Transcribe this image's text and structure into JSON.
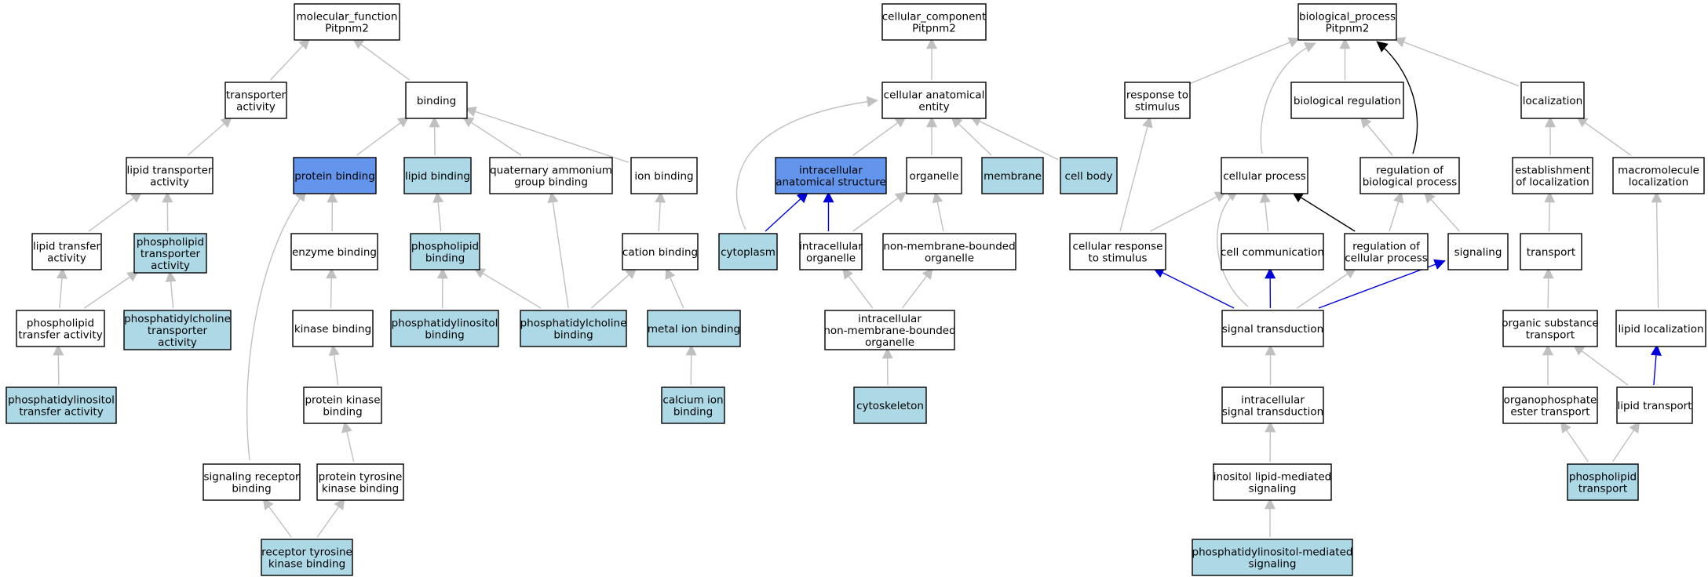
{
  "colors": {
    "plain": "#ffffff",
    "annotated": "#add8e6",
    "highlight": "#6495ed",
    "edge_default": "#c0c0c0",
    "edge_blue": "#0000dd",
    "edge_black": "#000000"
  },
  "nodes": [
    {
      "id": "mf",
      "lines": [
        "molecular_function",
        "Pitpnm2"
      ],
      "fill": "plain"
    },
    {
      "id": "transporter_activity",
      "lines": [
        "transporter",
        "activity"
      ],
      "fill": "plain"
    },
    {
      "id": "binding",
      "lines": [
        "binding"
      ],
      "fill": "plain"
    },
    {
      "id": "lipid_transporter_activity",
      "lines": [
        "lipid transporter",
        "activity"
      ],
      "fill": "plain"
    },
    {
      "id": "protein_binding",
      "lines": [
        "protein binding"
      ],
      "fill": "highlight"
    },
    {
      "id": "lipid_binding",
      "lines": [
        "lipid binding"
      ],
      "fill": "annotated"
    },
    {
      "id": "quaternary_ammonium",
      "lines": [
        "quaternary ammonium",
        "group binding"
      ],
      "fill": "plain"
    },
    {
      "id": "ion_binding",
      "lines": [
        "ion binding"
      ],
      "fill": "plain"
    },
    {
      "id": "lipid_transfer_activity",
      "lines": [
        "lipid transfer",
        "activity"
      ],
      "fill": "plain"
    },
    {
      "id": "phospholipid_transporter_activity",
      "lines": [
        "phospholipid",
        "transporter",
        "activity"
      ],
      "fill": "annotated"
    },
    {
      "id": "enzyme_binding",
      "lines": [
        "enzyme binding"
      ],
      "fill": "plain"
    },
    {
      "id": "phospholipid_binding",
      "lines": [
        "phospholipid",
        "binding"
      ],
      "fill": "annotated"
    },
    {
      "id": "cation_binding",
      "lines": [
        "cation binding"
      ],
      "fill": "plain"
    },
    {
      "id": "phospholipid_transfer_activity",
      "lines": [
        "phospholipid",
        "transfer activity"
      ],
      "fill": "plain"
    },
    {
      "id": "pc_transporter_activity",
      "lines": [
        "phosphatidylcholine",
        "transporter",
        "activity"
      ],
      "fill": "annotated"
    },
    {
      "id": "kinase_binding",
      "lines": [
        "kinase binding"
      ],
      "fill": "plain"
    },
    {
      "id": "pi_binding",
      "lines": [
        "phosphatidylinositol",
        "binding"
      ],
      "fill": "annotated"
    },
    {
      "id": "pc_binding",
      "lines": [
        "phosphatidylcholine",
        "binding"
      ],
      "fill": "annotated"
    },
    {
      "id": "metal_ion_binding",
      "lines": [
        "metal ion binding"
      ],
      "fill": "annotated"
    },
    {
      "id": "pi_transfer_activity",
      "lines": [
        "phosphatidylinositol",
        "transfer activity"
      ],
      "fill": "annotated"
    },
    {
      "id": "protein_kinase_binding",
      "lines": [
        "protein kinase",
        "binding"
      ],
      "fill": "plain"
    },
    {
      "id": "calcium_ion_binding",
      "lines": [
        "calcium ion",
        "binding"
      ],
      "fill": "annotated"
    },
    {
      "id": "signaling_receptor_binding",
      "lines": [
        "signaling receptor",
        "binding"
      ],
      "fill": "plain"
    },
    {
      "id": "protein_tyrosine_kinase_binding",
      "lines": [
        "protein tyrosine",
        "kinase binding"
      ],
      "fill": "plain"
    },
    {
      "id": "receptor_tyrosine_kinase_binding",
      "lines": [
        "receptor tyrosine",
        "kinase binding"
      ],
      "fill": "annotated"
    },
    {
      "id": "cc",
      "lines": [
        "cellular_component",
        "Pitpnm2"
      ],
      "fill": "plain"
    },
    {
      "id": "cellular_anatomical_entity",
      "lines": [
        "cellular anatomical",
        "entity"
      ],
      "fill": "plain"
    },
    {
      "id": "intracellular_anatomical_structure",
      "lines": [
        "intracellular",
        "anatomical structure"
      ],
      "fill": "highlight"
    },
    {
      "id": "organelle",
      "lines": [
        "organelle"
      ],
      "fill": "plain"
    },
    {
      "id": "membrane",
      "lines": [
        "membrane"
      ],
      "fill": "annotated"
    },
    {
      "id": "cell_body",
      "lines": [
        "cell body"
      ],
      "fill": "annotated"
    },
    {
      "id": "cytoplasm",
      "lines": [
        "cytoplasm"
      ],
      "fill": "annotated"
    },
    {
      "id": "intracellular_organelle",
      "lines": [
        "intracellular",
        "organelle"
      ],
      "fill": "plain"
    },
    {
      "id": "non_membrane_bounded_organelle",
      "lines": [
        "non-membrane-bounded",
        "organelle"
      ],
      "fill": "plain"
    },
    {
      "id": "intracellular_nmb_organelle",
      "lines": [
        "intracellular",
        "non-membrane-bounded",
        "organelle"
      ],
      "fill": "plain"
    },
    {
      "id": "cytoskeleton",
      "lines": [
        "cytoskeleton"
      ],
      "fill": "annotated"
    },
    {
      "id": "bp",
      "lines": [
        "biological_process",
        "Pitpnm2"
      ],
      "fill": "plain"
    },
    {
      "id": "response_to_stimulus",
      "lines": [
        "response to",
        "stimulus"
      ],
      "fill": "plain"
    },
    {
      "id": "biological_regulation",
      "lines": [
        "biological regulation"
      ],
      "fill": "plain"
    },
    {
      "id": "localization",
      "lines": [
        "localization"
      ],
      "fill": "plain"
    },
    {
      "id": "cellular_process",
      "lines": [
        "cellular process"
      ],
      "fill": "plain"
    },
    {
      "id": "regulation_of_biological_process",
      "lines": [
        "regulation of",
        "biological process"
      ],
      "fill": "plain"
    },
    {
      "id": "establishment_of_localization",
      "lines": [
        "establishment",
        "of localization"
      ],
      "fill": "plain"
    },
    {
      "id": "macromolecule_localization",
      "lines": [
        "macromolecule",
        "localization"
      ],
      "fill": "plain"
    },
    {
      "id": "cellular_response_to_stimulus",
      "lines": [
        "cellular response",
        "to stimulus"
      ],
      "fill": "plain"
    },
    {
      "id": "cell_communication",
      "lines": [
        "cell communication"
      ],
      "fill": "plain"
    },
    {
      "id": "regulation_of_cellular_process",
      "lines": [
        "regulation of",
        "cellular process"
      ],
      "fill": "plain"
    },
    {
      "id": "signaling",
      "lines": [
        "signaling"
      ],
      "fill": "plain"
    },
    {
      "id": "transport",
      "lines": [
        "transport"
      ],
      "fill": "plain"
    },
    {
      "id": "signal_transduction",
      "lines": [
        "signal transduction"
      ],
      "fill": "plain"
    },
    {
      "id": "organic_substance_transport",
      "lines": [
        "organic substance",
        "transport"
      ],
      "fill": "plain"
    },
    {
      "id": "lipid_localization",
      "lines": [
        "lipid localization"
      ],
      "fill": "plain"
    },
    {
      "id": "intracellular_signal_transduction",
      "lines": [
        "intracellular",
        "signal transduction"
      ],
      "fill": "plain"
    },
    {
      "id": "organophosphate_ester_transport",
      "lines": [
        "organophosphate",
        "ester transport"
      ],
      "fill": "plain"
    },
    {
      "id": "lipid_transport",
      "lines": [
        "lipid transport"
      ],
      "fill": "plain"
    },
    {
      "id": "inositol_lipid_mediated_signaling",
      "lines": [
        "inositol lipid-mediated",
        "signaling"
      ],
      "fill": "plain"
    },
    {
      "id": "phospholipid_transport",
      "lines": [
        "phospholipid",
        "transport"
      ],
      "fill": "annotated"
    },
    {
      "id": "pi_mediated_signaling",
      "lines": [
        "phosphatidylinositol-mediated",
        "signaling"
      ],
      "fill": "annotated"
    }
  ],
  "edges": [
    {
      "from": "transporter_activity",
      "to": "mf",
      "color": "edge_default"
    },
    {
      "from": "binding",
      "to": "mf",
      "color": "edge_default"
    },
    {
      "from": "lipid_transporter_activity",
      "to": "transporter_activity",
      "color": "edge_default"
    },
    {
      "from": "protein_binding",
      "to": "binding",
      "color": "edge_default"
    },
    {
      "from": "lipid_binding",
      "to": "binding",
      "color": "edge_default"
    },
    {
      "from": "quaternary_ammonium",
      "to": "binding",
      "color": "edge_default"
    },
    {
      "from": "ion_binding",
      "to": "binding",
      "color": "edge_default"
    },
    {
      "from": "lipid_transfer_activity",
      "to": "lipid_transporter_activity",
      "color": "edge_default"
    },
    {
      "from": "phospholipid_transporter_activity",
      "to": "lipid_transporter_activity",
      "color": "edge_default"
    },
    {
      "from": "enzyme_binding",
      "to": "protein_binding",
      "color": "edge_default"
    },
    {
      "from": "phospholipid_binding",
      "to": "lipid_binding",
      "color": "edge_default"
    },
    {
      "from": "cation_binding",
      "to": "ion_binding",
      "color": "edge_default"
    },
    {
      "from": "phospholipid_transfer_activity",
      "to": "lipid_transfer_activity",
      "color": "edge_default"
    },
    {
      "from": "phospholipid_transfer_activity",
      "to": "phospholipid_transporter_activity",
      "color": "edge_default"
    },
    {
      "from": "pc_transporter_activity",
      "to": "phospholipid_transporter_activity",
      "color": "edge_default"
    },
    {
      "from": "kinase_binding",
      "to": "enzyme_binding",
      "color": "edge_default"
    },
    {
      "from": "pi_binding",
      "to": "phospholipid_binding",
      "color": "edge_default"
    },
    {
      "from": "pc_binding",
      "to": "phospholipid_binding",
      "color": "edge_default"
    },
    {
      "from": "pc_binding",
      "to": "quaternary_ammonium",
      "color": "edge_default"
    },
    {
      "from": "pc_binding",
      "to": "cation_binding",
      "color": "edge_default"
    },
    {
      "from": "metal_ion_binding",
      "to": "cation_binding",
      "color": "edge_default"
    },
    {
      "from": "pi_transfer_activity",
      "to": "phospholipid_transfer_activity",
      "color": "edge_default"
    },
    {
      "from": "protein_kinase_binding",
      "to": "kinase_binding",
      "color": "edge_default"
    },
    {
      "from": "calcium_ion_binding",
      "to": "metal_ion_binding",
      "color": "edge_default"
    },
    {
      "from": "signaling_receptor_binding",
      "to": "protein_binding",
      "color": "edge_default"
    },
    {
      "from": "protein_tyrosine_kinase_binding",
      "to": "protein_kinase_binding",
      "color": "edge_default"
    },
    {
      "from": "receptor_tyrosine_kinase_binding",
      "to": "signaling_receptor_binding",
      "color": "edge_default"
    },
    {
      "from": "receptor_tyrosine_kinase_binding",
      "to": "protein_tyrosine_kinase_binding",
      "color": "edge_default"
    },
    {
      "from": "cellular_anatomical_entity",
      "to": "cc",
      "color": "edge_default"
    },
    {
      "from": "intracellular_anatomical_structure",
      "to": "cellular_anatomical_entity",
      "color": "edge_default"
    },
    {
      "from": "organelle",
      "to": "cellular_anatomical_entity",
      "color": "edge_default"
    },
    {
      "from": "membrane",
      "to": "cellular_anatomical_entity",
      "color": "edge_default"
    },
    {
      "from": "cell_body",
      "to": "cellular_anatomical_entity",
      "color": "edge_default"
    },
    {
      "from": "cytoplasm",
      "to": "cellular_anatomical_entity",
      "color": "edge_default"
    },
    {
      "from": "cytoplasm",
      "to": "intracellular_anatomical_structure",
      "color": "edge_blue"
    },
    {
      "from": "intracellular_organelle",
      "to": "intracellular_anatomical_structure",
      "color": "edge_blue"
    },
    {
      "from": "intracellular_organelle",
      "to": "organelle",
      "color": "edge_default"
    },
    {
      "from": "non_membrane_bounded_organelle",
      "to": "organelle",
      "color": "edge_default"
    },
    {
      "from": "intracellular_nmb_organelle",
      "to": "intracellular_organelle",
      "color": "edge_default"
    },
    {
      "from": "intracellular_nmb_organelle",
      "to": "non_membrane_bounded_organelle",
      "color": "edge_default"
    },
    {
      "from": "cytoskeleton",
      "to": "intracellular_nmb_organelle",
      "color": "edge_default"
    },
    {
      "from": "response_to_stimulus",
      "to": "bp",
      "color": "edge_default"
    },
    {
      "from": "biological_regulation",
      "to": "bp",
      "color": "edge_default"
    },
    {
      "from": "localization",
      "to": "bp",
      "color": "edge_default"
    },
    {
      "from": "cellular_process",
      "to": "bp",
      "color": "edge_default"
    },
    {
      "from": "regulation_of_biological_process",
      "to": "bp",
      "color": "edge_black"
    },
    {
      "from": "regulation_of_biological_process",
      "to": "biological_regulation",
      "color": "edge_default"
    },
    {
      "from": "establishment_of_localization",
      "to": "localization",
      "color": "edge_default"
    },
    {
      "from": "macromolecule_localization",
      "to": "localization",
      "color": "edge_default"
    },
    {
      "from": "cellular_response_to_stimulus",
      "to": "response_to_stimulus",
      "color": "edge_default"
    },
    {
      "from": "cellular_response_to_stimulus",
      "to": "cellular_process",
      "color": "edge_default"
    },
    {
      "from": "cell_communication",
      "to": "cellular_process",
      "color": "edge_default"
    },
    {
      "from": "regulation_of_cellular_process",
      "to": "cellular_process",
      "color": "edge_black"
    },
    {
      "from": "regulation_of_cellular_process",
      "to": "regulation_of_biological_process",
      "color": "edge_default"
    },
    {
      "from": "signaling",
      "to": "regulation_of_biological_process",
      "color": "edge_default"
    },
    {
      "from": "transport",
      "to": "establishment_of_localization",
      "color": "edge_default"
    },
    {
      "from": "signal_transduction",
      "to": "cellular_response_to_stimulus",
      "color": "edge_blue"
    },
    {
      "from": "signal_transduction",
      "to": "cell_communication",
      "color": "edge_blue"
    },
    {
      "from": "signal_transduction",
      "to": "signaling",
      "color": "edge_blue"
    },
    {
      "from": "signal_transduction",
      "to": "regulation_of_cellular_process",
      "color": "edge_default"
    },
    {
      "from": "signal_transduction",
      "to": "cellular_process",
      "color": "edge_default"
    },
    {
      "from": "organic_substance_transport",
      "to": "transport",
      "color": "edge_default"
    },
    {
      "from": "lipid_localization",
      "to": "macromolecule_localization",
      "color": "edge_default"
    },
    {
      "from": "intracellular_signal_transduction",
      "to": "signal_transduction",
      "color": "edge_default"
    },
    {
      "from": "organophosphate_ester_transport",
      "to": "organic_substance_transport",
      "color": "edge_default"
    },
    {
      "from": "lipid_transport",
      "to": "organic_substance_transport",
      "color": "edge_default"
    },
    {
      "from": "lipid_transport",
      "to": "lipid_localization",
      "color": "edge_blue"
    },
    {
      "from": "inositol_lipid_mediated_signaling",
      "to": "intracellular_signal_transduction",
      "color": "edge_default"
    },
    {
      "from": "phospholipid_transport",
      "to": "organophosphate_ester_transport",
      "color": "edge_default"
    },
    {
      "from": "phospholipid_transport",
      "to": "lipid_transport",
      "color": "edge_default"
    },
    {
      "from": "pi_mediated_signaling",
      "to": "inositol_lipid_mediated_signaling",
      "color": "edge_default"
    }
  ]
}
